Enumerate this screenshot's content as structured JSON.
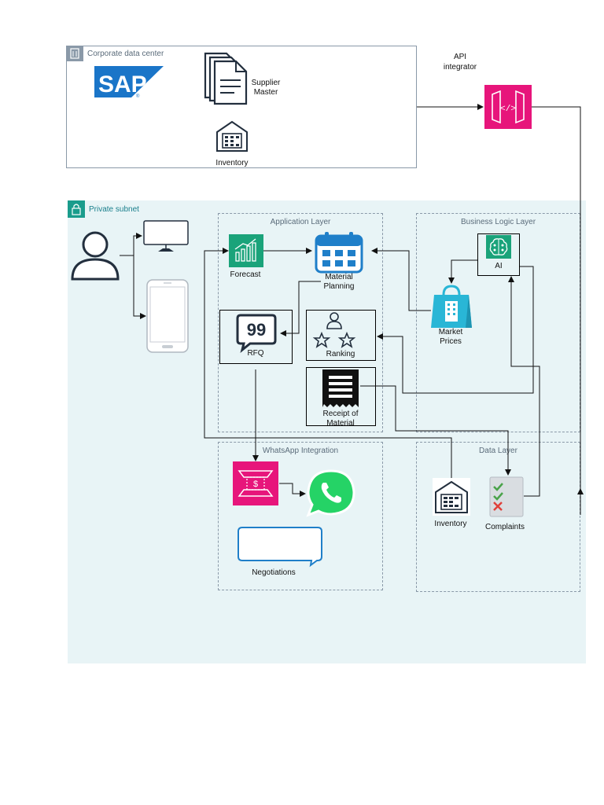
{
  "corporate": {
    "title": "Corporate data center",
    "sap_logo": "SAP",
    "supplier_master": [
      "Supplier",
      "Master"
    ],
    "inventory": "Inventory"
  },
  "api": {
    "label": [
      "API",
      "integrator"
    ]
  },
  "private_subnet": {
    "title": "Private subnet"
  },
  "application_layer": {
    "title": "Application Layer",
    "forecast": "Forecast",
    "material_planning": [
      "Material",
      "Planning"
    ],
    "rfq": "RFQ",
    "ranking": "Ranking",
    "receipt": [
      "Receipt of",
      "Material"
    ]
  },
  "business_logic_layer": {
    "title": "Business Logic Layer",
    "ai": "AI",
    "market_prices": [
      "Market",
      "Prices"
    ]
  },
  "whatsapp_integration": {
    "title": "WhatsApp Integration",
    "negotiations": "Negotiations"
  },
  "data_layer": {
    "title": "Data Layer",
    "inventory": "Inventory",
    "complaints": "Complaints"
  },
  "colors": {
    "subnet_bg": "#e8f4f6",
    "subnet_accent": "#1a9c8c",
    "api_pink": "#e7157b",
    "forecast_green": "#1aa37a",
    "calendar_blue": "#1f7fc9",
    "whatsapp_green": "#25d366",
    "bag_cyan": "#29b6d6",
    "sap_blue": "#1a75c8"
  }
}
